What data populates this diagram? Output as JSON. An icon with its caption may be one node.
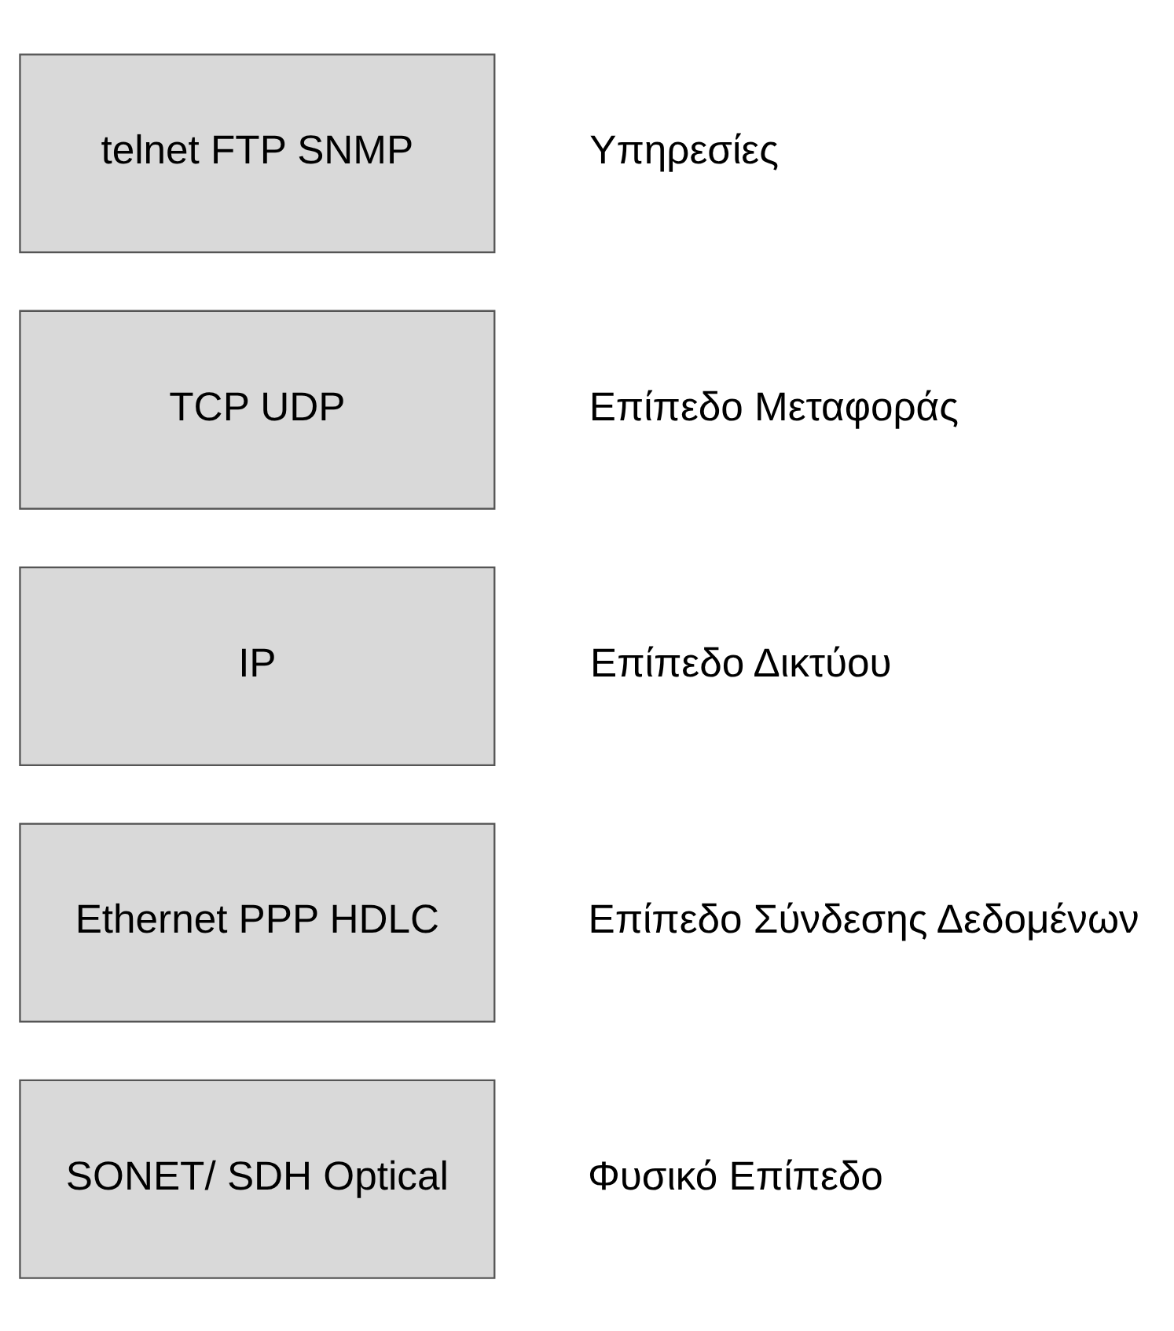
{
  "diagram": {
    "nodes": [
      {
        "text": [
          "telnet FTP SNMP"
        ],
        "beside": [
          "Υπηρεσίες"
        ]
      },
      {
        "text": [
          "TCP UDP"
        ],
        "beside": [
          "Επίπεδο Μεταφοράς"
        ]
      },
      {
        "text": [
          "IP"
        ],
        "beside": [
          "Επίπεδο Δικτύου"
        ]
      },
      {
        "text": [
          "Ethernet PPP HDLC"
        ],
        "beside": [
          "Επίπεδο Σύνδεσης Δεδομένων"
        ]
      },
      {
        "text": [
          "SONET/ SDH Optical"
        ],
        "beside": [
          "Φυσικό Επίπεδο"
        ]
      }
    ],
    "edges": []
  }
}
